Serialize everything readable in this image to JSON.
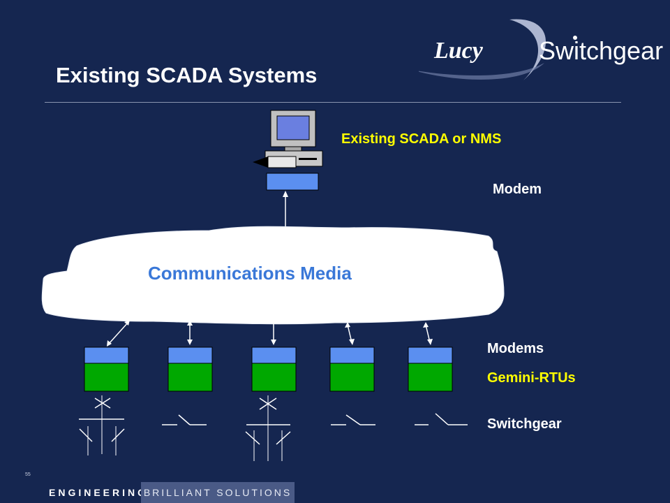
{
  "slide": {
    "title": "Existing SCADA Systems",
    "page_number": "55"
  },
  "logo": {
    "brand_part1": "Lucy",
    "brand_part2": "Switchgear"
  },
  "labels": {
    "scada": "Existing SCADA or NMS",
    "modem": "Modem",
    "cloud": "Communications Media",
    "modems": "Modems",
    "rtus": "Gemini-RTUs",
    "switchgear": "Switchgear"
  },
  "footer": {
    "left": "ENGINEERING",
    "right": "BRILLIANT SOLUTIONS"
  },
  "colors": {
    "background": "#152650",
    "modem_blue": "#5b8ff0",
    "rtu_green": "#00a800",
    "accent_yellow": "#ffff00",
    "cloud_text": "#3a78d8"
  }
}
